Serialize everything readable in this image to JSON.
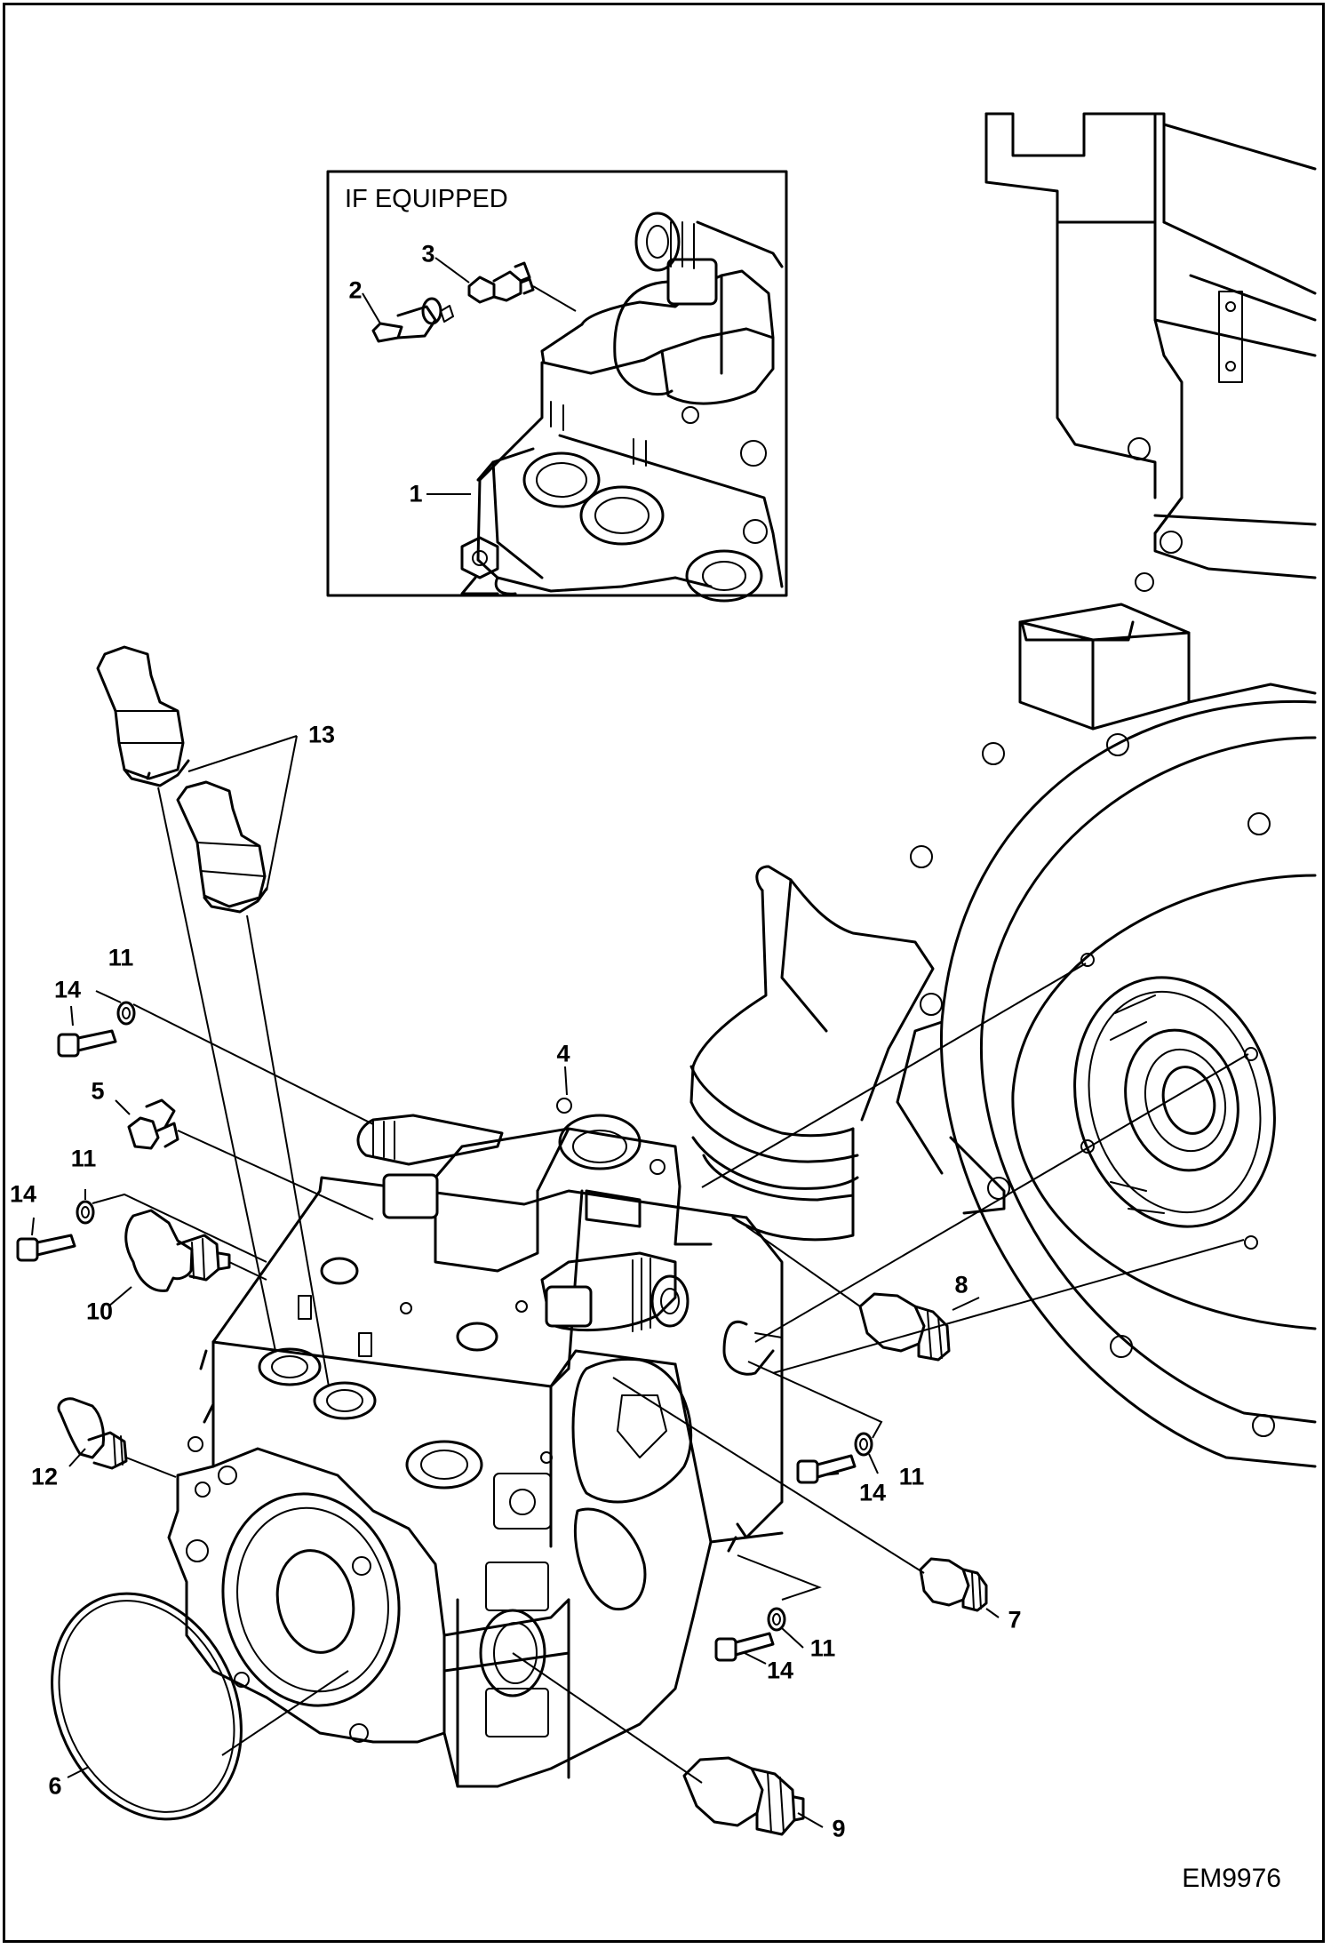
{
  "inset": {
    "caption": "IF EQUIPPED"
  },
  "figure_code": "EM9976",
  "callouts": [
    {
      "id": "c1",
      "label": "1"
    },
    {
      "id": "c2",
      "label": "2"
    },
    {
      "id": "c3",
      "label": "3"
    },
    {
      "id": "c4",
      "label": "4"
    },
    {
      "id": "c5",
      "label": "5"
    },
    {
      "id": "c6",
      "label": "6"
    },
    {
      "id": "c7",
      "label": "7"
    },
    {
      "id": "c8",
      "label": "8"
    },
    {
      "id": "c9",
      "label": "9"
    },
    {
      "id": "c10",
      "label": "10"
    },
    {
      "id": "c11a",
      "label": "11"
    },
    {
      "id": "c11b",
      "label": "11"
    },
    {
      "id": "c11c",
      "label": "11"
    },
    {
      "id": "c11d",
      "label": "11"
    },
    {
      "id": "c12",
      "label": "12"
    },
    {
      "id": "c13",
      "label": "13"
    },
    {
      "id": "c14a",
      "label": "14"
    },
    {
      "id": "c14b",
      "label": "14"
    },
    {
      "id": "c14c",
      "label": "14"
    },
    {
      "id": "c14d",
      "label": "14"
    }
  ]
}
